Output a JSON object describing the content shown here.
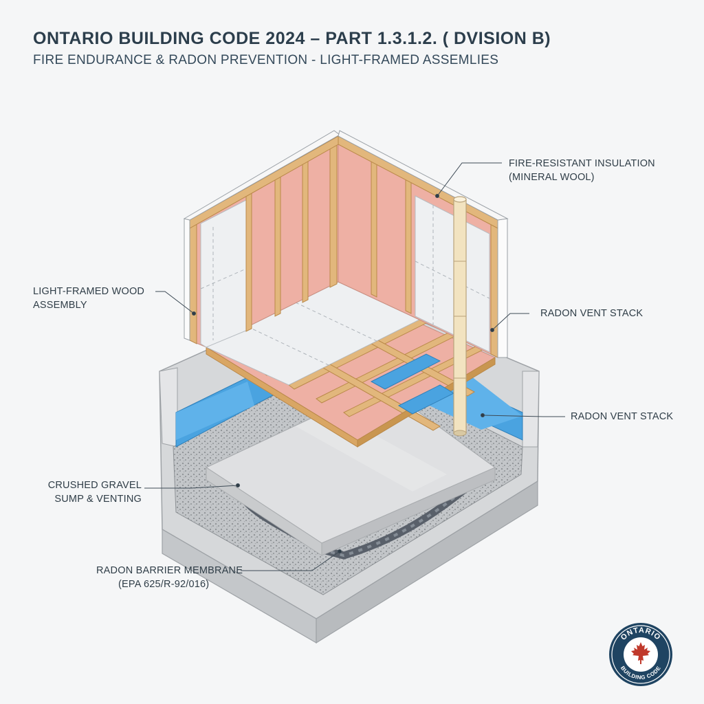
{
  "header": {
    "title": "ONTARIO BUILDING CODE 2024 – PART 1.3.1.2. ( DVISION B)",
    "subtitle": "FIRE ENDURANCE & RADON PREVENTION - LIGHT-FRAMED ASSEMLIES"
  },
  "callouts": {
    "insulation": {
      "line1": "FIRE-RESISTANT INSULATION",
      "line2": "(MINERAL WOOL)"
    },
    "wood": {
      "line1": "LIGHT-FRAMED WOOD",
      "line2": "ASSEMBLY"
    },
    "vent_stack_upper": {
      "line1": "RADON VENT STACK"
    },
    "vent_stack_lower": {
      "line1": "RADON VENT STACK"
    },
    "gravel": {
      "line1": "CRUSHED GRAVEL",
      "line2": "SUMP & VENTING"
    },
    "membrane": {
      "line1": "RADON BARRIER MEMBRANE",
      "line2": "(EPA 625/R-92/016)"
    }
  },
  "badge": {
    "top_text": "ONTARIO",
    "bottom_text": "BUILDING CODE",
    "icon": "maple-leaf-icon"
  },
  "colors": {
    "wood": "#e2b77c",
    "insulation_pink": "#eeb0a4",
    "membrane_blue": "#4aa3e0",
    "concrete": "#d3d5d7",
    "badge_navy": "#1f4462"
  }
}
